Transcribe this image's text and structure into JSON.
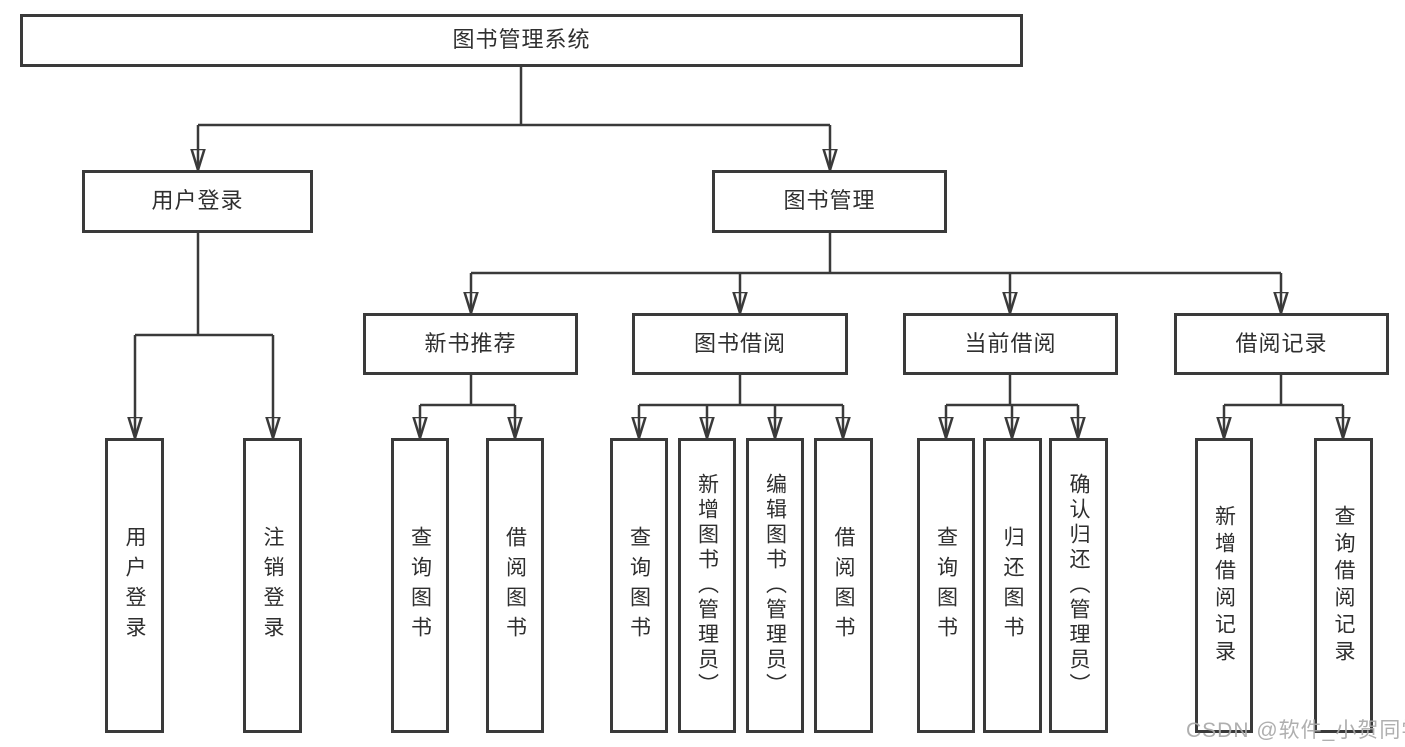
{
  "diagram": {
    "type": "hierarchy-tree",
    "root": "图书管理系统",
    "level2": [
      "用户登录",
      "图书管理"
    ],
    "level3": [
      "新书推荐",
      "图书借阅",
      "当前借阅",
      "借阅记录"
    ],
    "level4": [
      "用户登录",
      "注销登录",
      "查询图书",
      "借阅图书",
      "查询图书",
      "新增图书（管理员）",
      "编辑图书（管理员）",
      "借阅图书",
      "查询图书",
      "归还图书",
      "确认归还（管理员）",
      "新增借阅记录",
      "查询借阅记录"
    ],
    "hierarchy": {
      "图书管理系统": {
        "用户登录": [
          "用户登录",
          "注销登录"
        ],
        "图书管理": {
          "新书推荐": [
            "查询图书",
            "借阅图书"
          ],
          "图书借阅": [
            "查询图书",
            "新增图书（管理员）",
            "编辑图书（管理员）",
            "借阅图书"
          ],
          "当前借阅": [
            "查询图书",
            "归还图书",
            "确认归还（管理员）"
          ],
          "借阅记录": [
            "新增借阅记录",
            "查询借阅记录"
          ]
        }
      }
    }
  },
  "watermark": {
    "text": "CSDN @软件_小贺同学"
  },
  "colors": {
    "line": "#3a3a3a",
    "text": "#2f2f2f",
    "watermark": "#a9a9a9",
    "background": "#ffffff"
  }
}
